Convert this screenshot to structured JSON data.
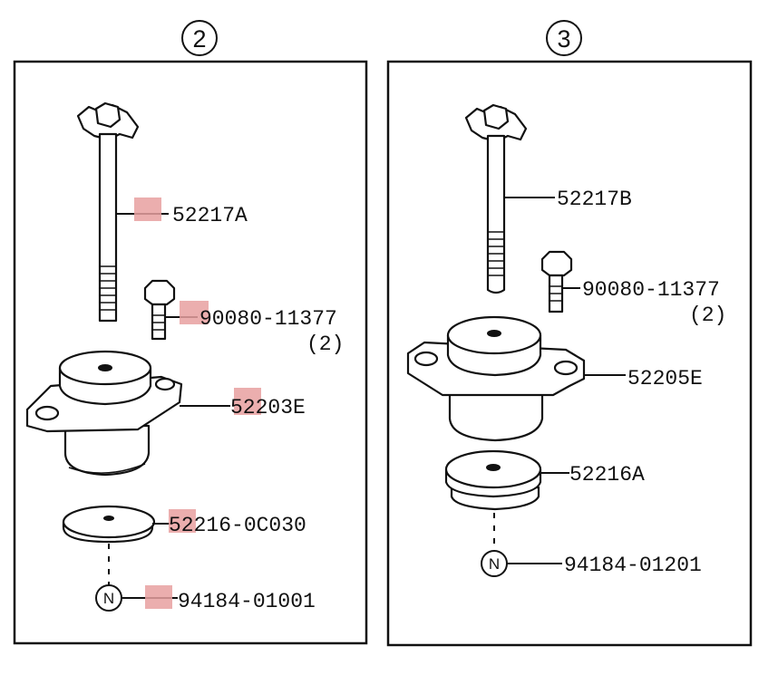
{
  "highlight_color": "#e8a0a0",
  "panels": [
    {
      "number": "2",
      "labels": {
        "bolt_long": "52217A",
        "bolt_short": "90080-11377",
        "bolt_short_qty": "(2)",
        "mount": "52203E",
        "washer": "52216-0C030",
        "nut": "94184-01001",
        "nut_symbol": "N"
      }
    },
    {
      "number": "3",
      "labels": {
        "bolt_long": "52217B",
        "bolt_short": "90080-11377",
        "bolt_short_qty": "(2)",
        "mount": "52205E",
        "washer": "52216A",
        "nut": "94184-01201",
        "nut_symbol": "N"
      }
    }
  ]
}
